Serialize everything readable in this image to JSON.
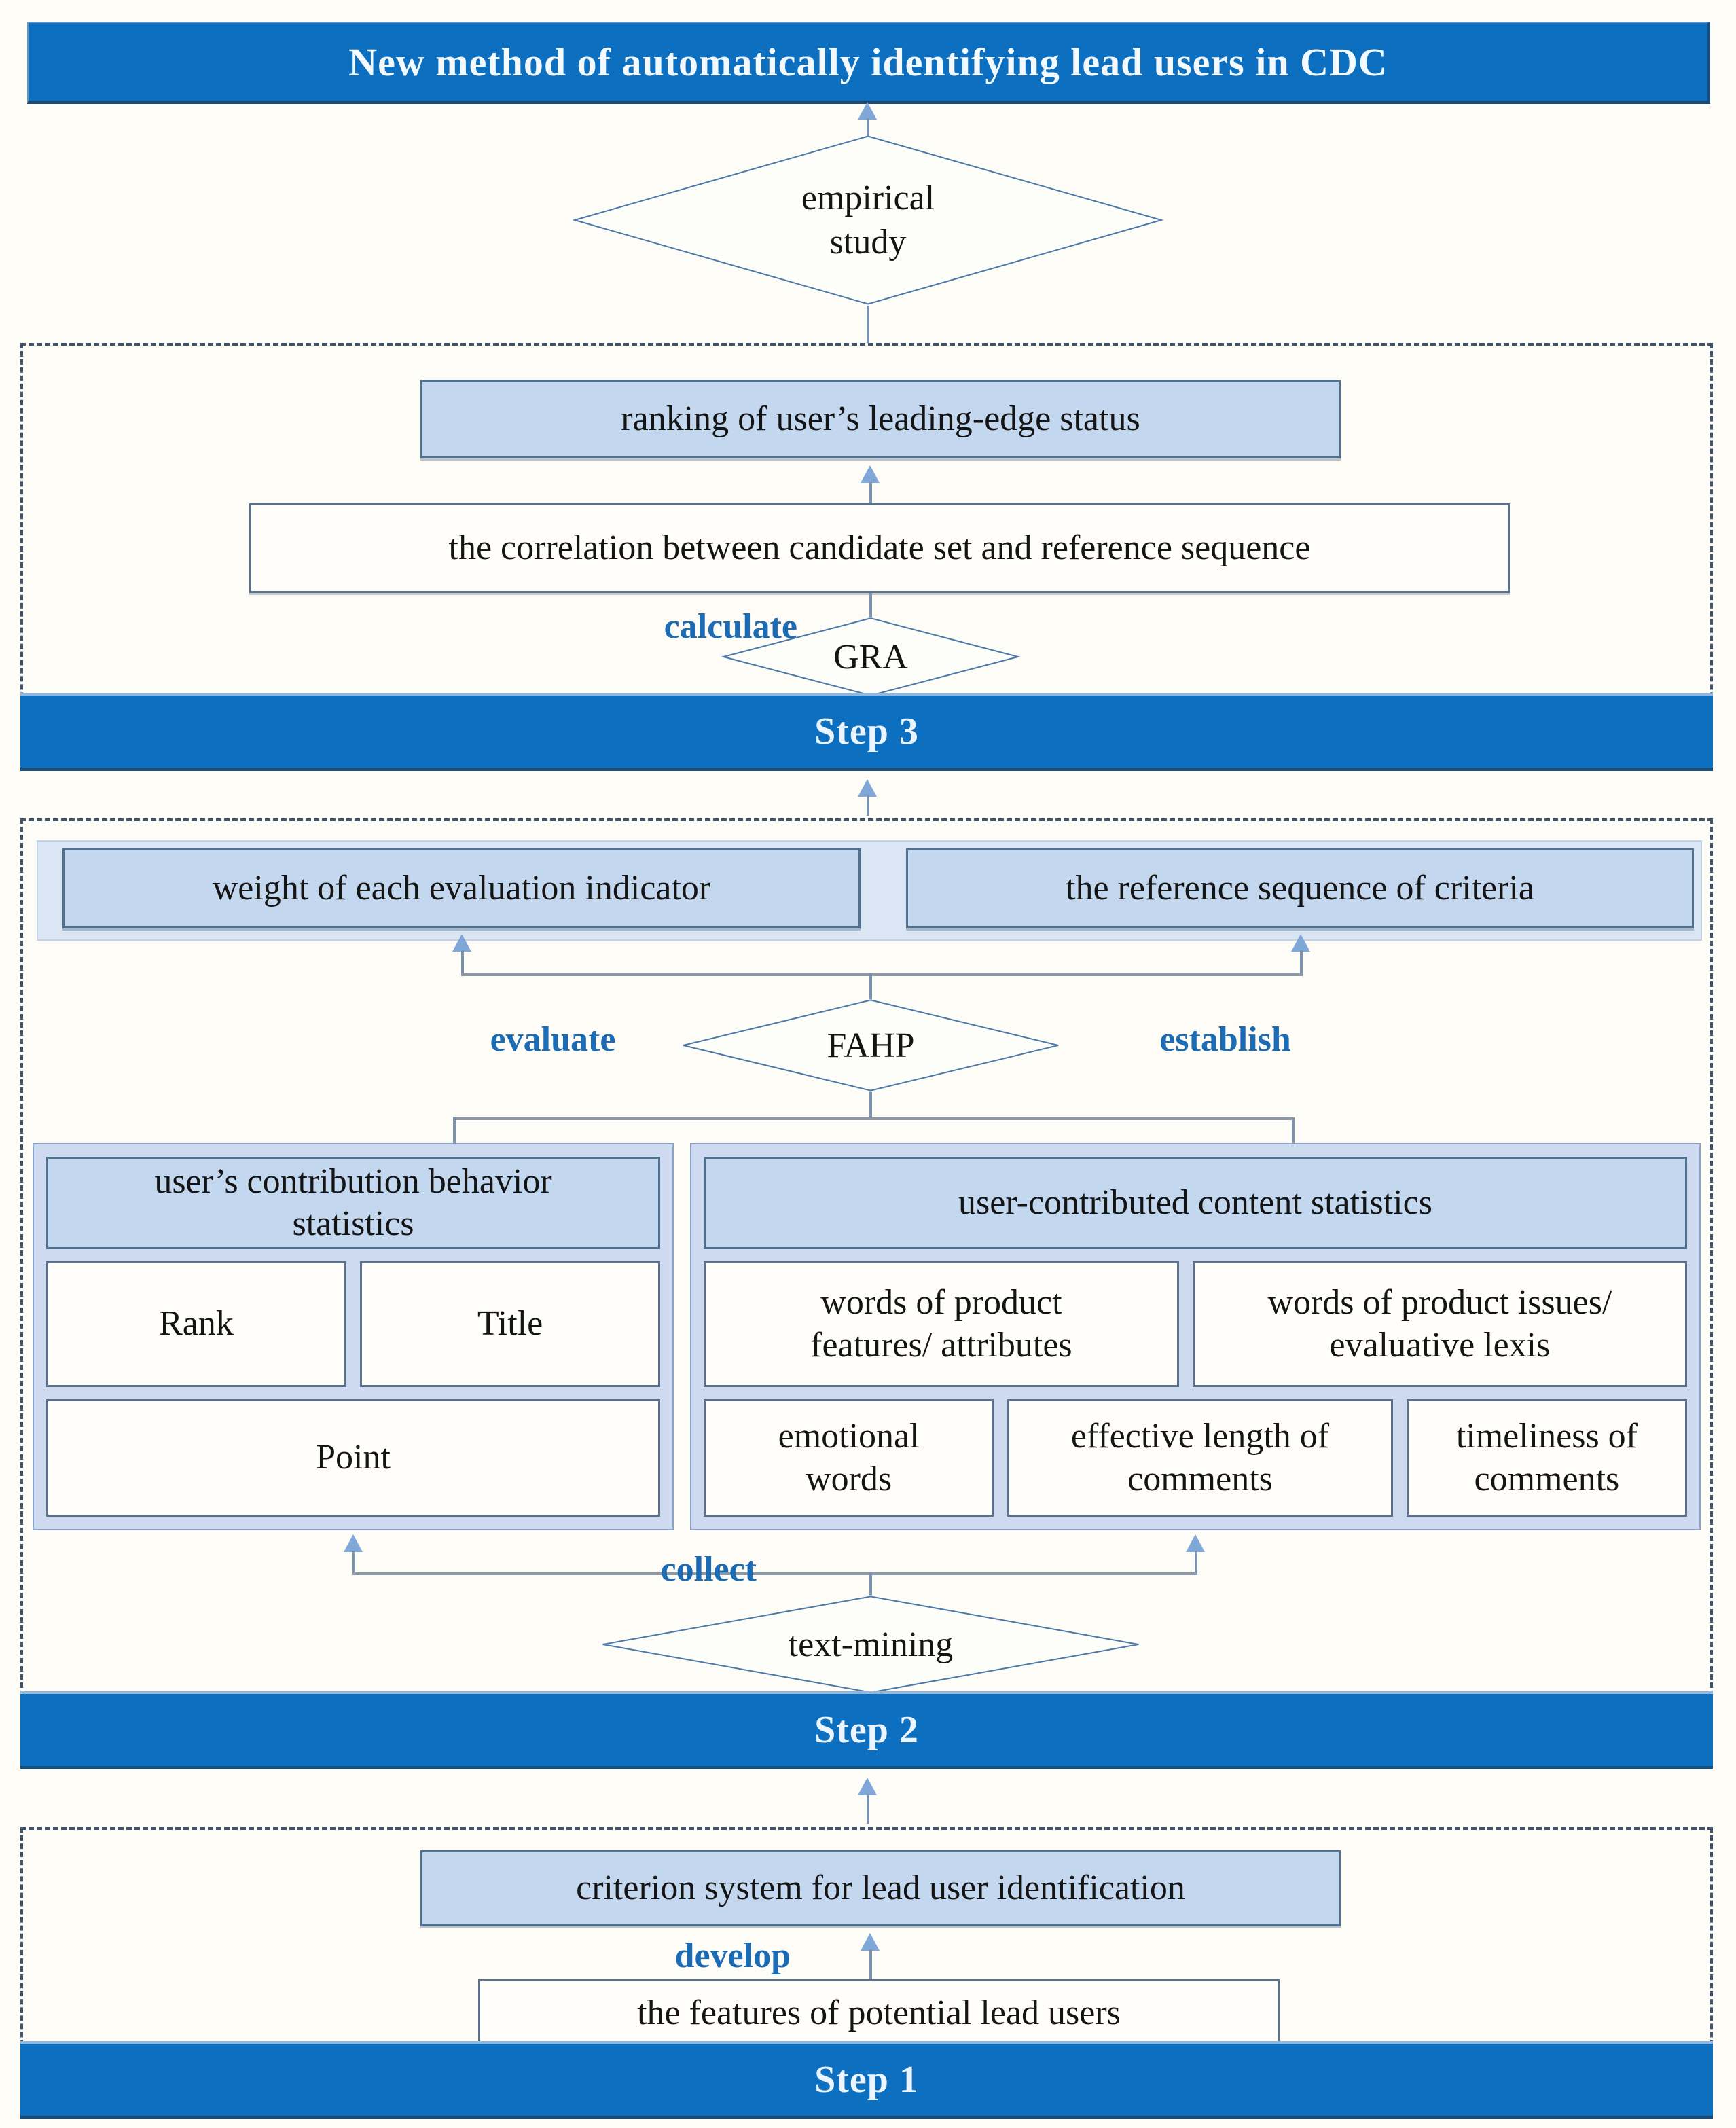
{
  "palette": {
    "banner_blue": "#0d6fc0",
    "banner_text": "#eaf5ff",
    "box_fill_blue": "#c3d8ef",
    "panel_fill": "#cddaf0",
    "band_fill": "#dbe6f5",
    "box_border": "#5b7089",
    "diamond_stroke": "#4b78a8",
    "action_text_blue": "#1b6bb5",
    "dashed_border": "#3f5468"
  },
  "title": "New method of automatically identifying lead users in CDC",
  "diamonds": {
    "empirical": "empirical study",
    "gra": "GRA",
    "fahp": "FAHP",
    "text_mining": "text-mining"
  },
  "step3": {
    "label": "Step 3",
    "ranking": "ranking of user’s leading-edge status",
    "correlation": "the correlation between candidate set and reference sequence",
    "action": "calculate"
  },
  "step2": {
    "label": "Step 2",
    "weight": "weight of each evaluation indicator",
    "reference": "the reference sequence of criteria",
    "action_left": "evaluate",
    "action_right": "establish",
    "action_collect": "collect",
    "left_group": {
      "header": "user’s contribution behavior statistics",
      "items": [
        "Rank",
        "Title",
        "Point"
      ]
    },
    "right_group": {
      "header": "user-contributed content statistics",
      "row1": [
        "words of product features/ attributes",
        "words of product issues/ evaluative lexis"
      ],
      "row2": [
        "emotional words",
        "effective length of comments",
        "timeliness of comments"
      ]
    }
  },
  "step1": {
    "label": "Step 1",
    "criterion": "criterion system for lead user identification",
    "action": "develop",
    "features": "the features of potential lead users"
  }
}
